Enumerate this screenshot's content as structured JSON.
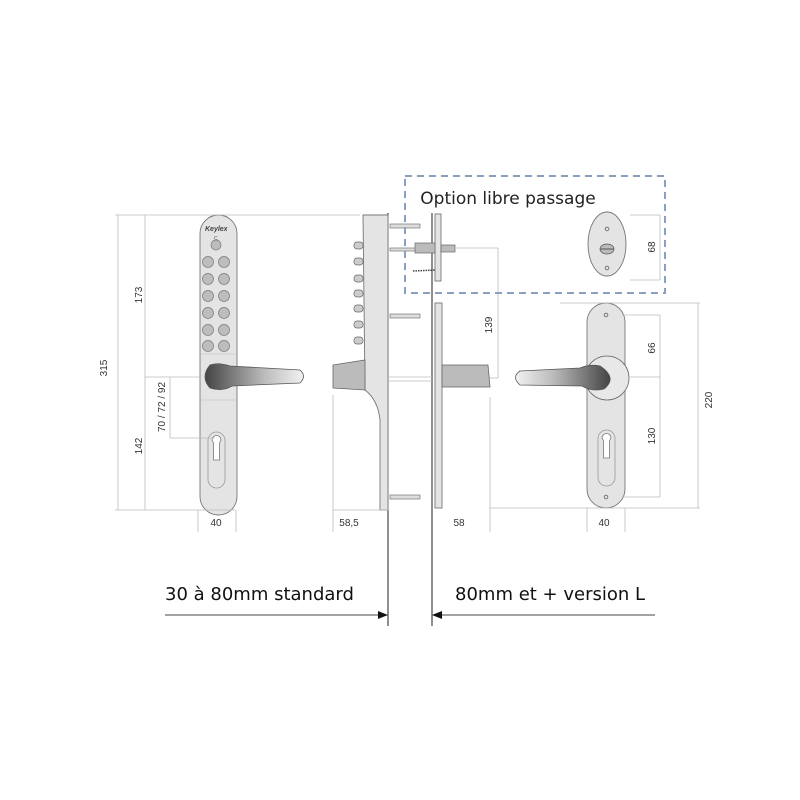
{
  "brand_logo": "Keylex",
  "keypad": {
    "clear_key": "C"
  },
  "option_box": {
    "title": "Option libre passage",
    "dimension": "68",
    "border_color": "#8aa0c0"
  },
  "front_view": {
    "total_height": "315",
    "upper_height": "173",
    "lower_height": "142",
    "axis_distance": "70 / 72 / 92",
    "width": "40"
  },
  "side_view": {
    "outer_projection": "58,5",
    "inner_projection": "58",
    "fixing_distance": "139"
  },
  "back_view": {
    "upper": "66",
    "lower": "130",
    "total": "220",
    "width": "40"
  },
  "door_thickness": {
    "standard": "30 à 80mm standard",
    "long": "80mm et + version L"
  }
}
